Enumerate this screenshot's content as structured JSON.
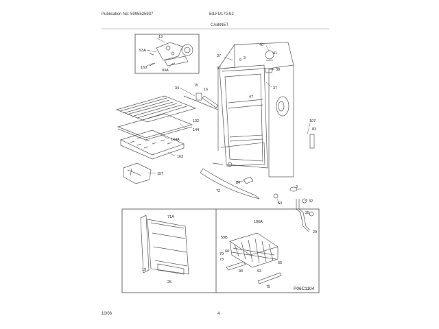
{
  "header": {
    "publication": "Publication No: 5995525937",
    "model": "EILFU17GS2",
    "section": "CABINET"
  },
  "footer": {
    "date": "10/06",
    "page": "4",
    "drawing_code": "P06C1104"
  },
  "part_labels": [
    {
      "id": "p13",
      "text": "13"
    },
    {
      "id": "p93a",
      "text": "93A"
    },
    {
      "id": "p93a2",
      "text": "93A"
    },
    {
      "id": "p160",
      "text": "160"
    },
    {
      "id": "p37a",
      "text": "37"
    },
    {
      "id": "p37b",
      "text": "37"
    },
    {
      "id": "p37c",
      "text": "37"
    },
    {
      "id": "p9",
      "text": "9"
    },
    {
      "id": "p3",
      "text": "3"
    },
    {
      "id": "p41",
      "text": "41"
    },
    {
      "id": "p40",
      "text": "40"
    },
    {
      "id": "p38",
      "text": "38"
    },
    {
      "id": "p34",
      "text": "34"
    },
    {
      "id": "p15",
      "text": "15"
    },
    {
      "id": "p16",
      "text": "16"
    },
    {
      "id": "p47",
      "text": "47"
    },
    {
      "id": "p132",
      "text": "132"
    },
    {
      "id": "p144",
      "text": "144"
    },
    {
      "id": "p144a",
      "text": "144A"
    },
    {
      "id": "p163",
      "text": "163"
    },
    {
      "id": "p157",
      "text": "157"
    },
    {
      "id": "p107",
      "text": "107"
    },
    {
      "id": "p83",
      "text": "83"
    },
    {
      "id": "p84",
      "text": "84"
    },
    {
      "id": "p72",
      "text": "72"
    },
    {
      "id": "p63",
      "text": "63"
    },
    {
      "id": "p3b",
      "text": "3"
    },
    {
      "id": "p32",
      "text": "32"
    },
    {
      "id": "p35",
      "text": "35"
    },
    {
      "id": "p29",
      "text": "29"
    },
    {
      "id": "p71a",
      "text": "71A"
    },
    {
      "id": "p19",
      "text": "19"
    },
    {
      "id": "p25",
      "text": "25"
    },
    {
      "id": "p106a",
      "text": "106A"
    },
    {
      "id": "p59b",
      "text": "59B"
    },
    {
      "id": "p60",
      "text": "60"
    },
    {
      "id": "p79",
      "text": "79"
    },
    {
      "id": "p73",
      "text": "73"
    },
    {
      "id": "p93b",
      "text": "93"
    },
    {
      "id": "p93c",
      "text": "93"
    },
    {
      "id": "p65",
      "text": "65"
    },
    {
      "id": "p75",
      "text": "75"
    }
  ]
}
